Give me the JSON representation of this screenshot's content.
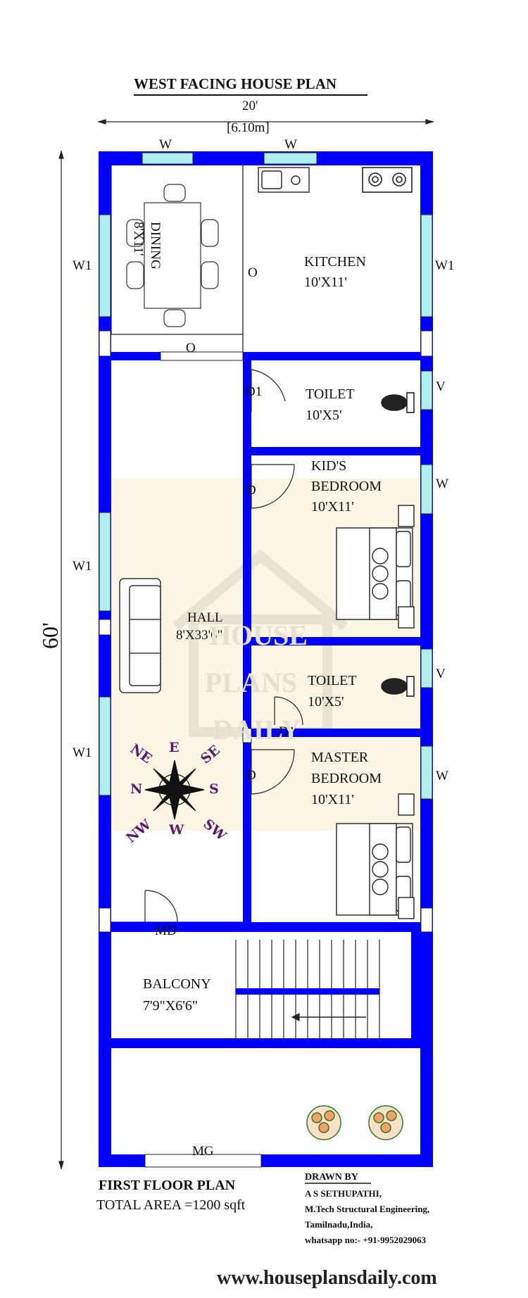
{
  "title": "WEST FACING HOUSE PLAN",
  "dimensions": {
    "width_ft": "20'",
    "width_m": "[6.10m]",
    "length_ft": "60'"
  },
  "rooms": {
    "dining": {
      "name": "DINING",
      "size": "8'X11'"
    },
    "kitchen": {
      "name": "KITCHEN",
      "size": "10'X11'"
    },
    "toilet1": {
      "name": "TOILET",
      "size": "10'X5'"
    },
    "kids_bedroom": {
      "name1": "KID'S",
      "name2": "BEDROOM",
      "size": "10'X11'"
    },
    "hall": {
      "name": "HALL",
      "size": "8'X33'6\""
    },
    "toilet2": {
      "name": "TOILET",
      "size": "10'X5'"
    },
    "master_bedroom": {
      "name1": "MASTER",
      "name2": "BEDROOM",
      "size": "10'X11'"
    },
    "balcony": {
      "name": "BALCONY",
      "size": "7'9\"X6'6\""
    }
  },
  "labels": {
    "w": "W",
    "w1": "W1",
    "v": "V",
    "o": "O",
    "d": "D",
    "d1": "D1",
    "md": "MD",
    "mg": "MG"
  },
  "compass": {
    "n": "N",
    "ne": "NE",
    "e": "E",
    "se": "SE",
    "s": "S",
    "sw": "SW",
    "w": "W",
    "nw": "NW"
  },
  "watermark": {
    "line1": "HOUSE",
    "line2": "PLANS",
    "line3": "DAILY"
  },
  "footer": {
    "floor": "FIRST FLOOR PLAN",
    "area": "TOTAL AREA =1200 sqft",
    "drawn_by": "DRAWN BY",
    "name": "A S SETHUPATHI,",
    "degree": "M.Tech Structural Engineering,",
    "location": "Tamilnadu,India,",
    "contact": "whatsapp no:- +91-9952029063",
    "website": "www.houseplansdaily.com"
  },
  "colors": {
    "wall": "#0000ff",
    "window": "#aeeeee",
    "hall_fill": "#fbf6e4",
    "compass": "#5b1a6e"
  }
}
